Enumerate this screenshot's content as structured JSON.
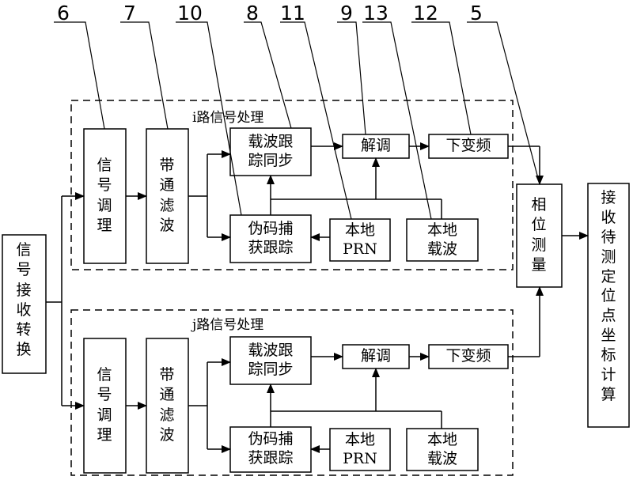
{
  "callouts": [
    "6",
    "7",
    "10",
    "8",
    "11",
    "9",
    "13",
    "12",
    "5"
  ],
  "group_i": {
    "title": "i路信号处理",
    "conditioning": "信号调理",
    "bandpass": "带通滤波",
    "carrier_track": [
      "载波跟",
      "踪同步"
    ],
    "code_acq": [
      "伪码捕",
      "获跟踪"
    ],
    "demod": "解调",
    "downconv": "下变频",
    "local_prn": [
      "本地",
      "PRN"
    ],
    "local_carrier": [
      "本地",
      "载波"
    ]
  },
  "group_j": {
    "title": "j路信号处理",
    "conditioning": "信号调理",
    "bandpass": "带通滤波",
    "carrier_track": [
      "载波跟",
      "踪同步"
    ],
    "code_acq": [
      "伪码捕",
      "获跟踪"
    ],
    "demod": "解调",
    "downconv": "下变频",
    "local_prn": [
      "本地",
      "PRN"
    ],
    "local_carrier": [
      "本地",
      "载波"
    ]
  },
  "receiver": "信号接收转换",
  "phase_measure": "相位测量",
  "position_calc": "接收待测定位点坐标计算"
}
